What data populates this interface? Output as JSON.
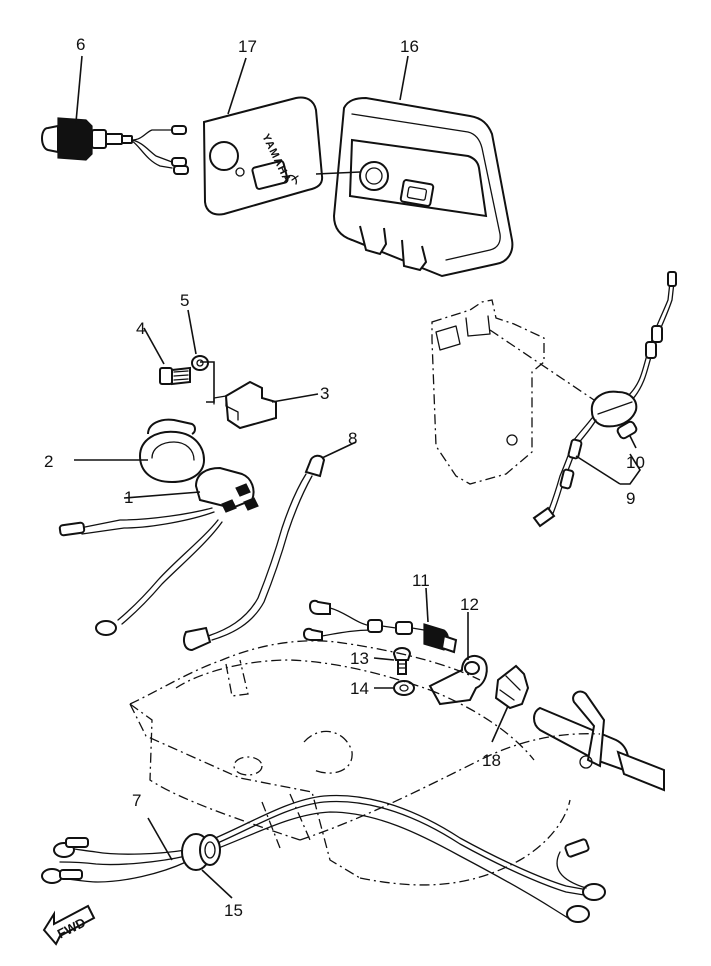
{
  "brand_text": "YAMAHA",
  "direction_arrow": {
    "label": "FWD",
    "icon": "forward-arrow-icon"
  },
  "callouts": {
    "p1": "1",
    "p2": "2",
    "p3": "3",
    "p4": "4",
    "p5": "5",
    "p6": "6",
    "p7": "7",
    "p8": "8",
    "p9": "9",
    "p10": "10",
    "p11": "11",
    "p12": "12",
    "p13": "13",
    "p14": "14",
    "p15": "15",
    "p16": "16",
    "p17": "17",
    "p18": "18"
  }
}
